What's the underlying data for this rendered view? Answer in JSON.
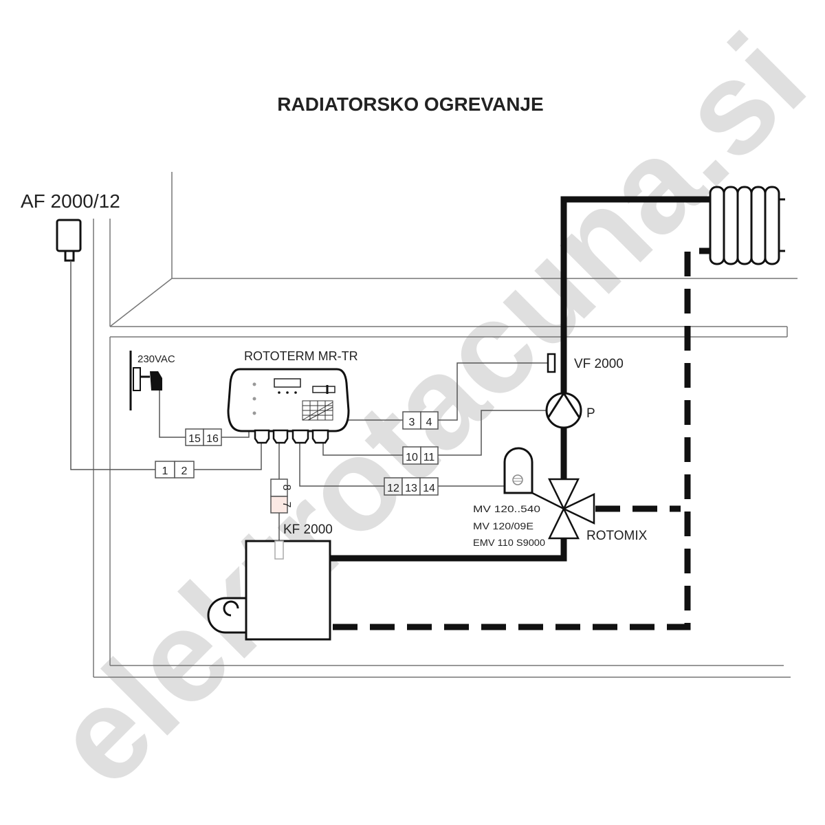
{
  "title": "RADIATORSKO OGREVANJE",
  "outdoor_sensor": "AF 2000/12",
  "power": "230VAC",
  "controller": "ROTOTERM MR-TR",
  "flow_sensor": "VF 2000",
  "pump": "P",
  "boiler_sensor": "KF 2000",
  "mixer": "ROTOMIX",
  "actuator_models": [
    "MV 120..540",
    "MV 120/09E",
    "EMV 110 S9000"
  ],
  "terminals": {
    "t15": "15",
    "t16": "16",
    "t1": "1",
    "t2": "2",
    "t3": "3",
    "t4": "4",
    "t10": "10",
    "t11": "11",
    "t12": "12",
    "t13": "13",
    "t14": "14",
    "t7": "7",
    "t8": "8"
  },
  "watermark": "elektrotacuna.si"
}
